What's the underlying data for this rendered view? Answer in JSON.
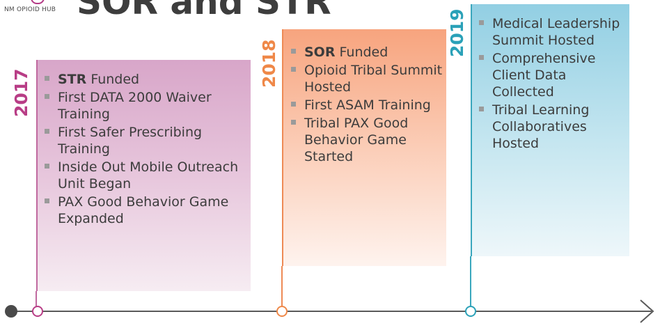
{
  "header": {
    "logo_text": "NM OPIOID HUB",
    "title": "SOR and STR"
  },
  "colors": {
    "y2017": "#b83d86",
    "y2018": "#ef8848",
    "y2019": "#2aa1b8",
    "axis": "#5a5a5a"
  },
  "timeline": [
    {
      "year": "2017",
      "items": [
        {
          "bold": "STR",
          "text": " Funded"
        },
        {
          "bold": "",
          "text": "First DATA 2000 Waiver Training"
        },
        {
          "bold": "",
          "text": "First Safer Prescribing Training"
        },
        {
          "bold": "",
          "text": "Inside Out Mobile Outreach Unit Began"
        },
        {
          "bold": "",
          "text": "PAX Good Behavior Game Expanded"
        }
      ]
    },
    {
      "year": "2018",
      "items": [
        {
          "bold": "SOR",
          "text": " Funded"
        },
        {
          "bold": "",
          "text": "Opioid Tribal Summit Hosted"
        },
        {
          "bold": "",
          "text": "First ASAM Training"
        },
        {
          "bold": "",
          "text": "Tribal PAX Good Behavior Game Started"
        }
      ]
    },
    {
      "year": "2019",
      "items": [
        {
          "bold": "",
          "text": "Medical Leadership Summit Hosted"
        },
        {
          "bold": "",
          "text": "Comprehensive Client Data Collected"
        },
        {
          "bold": "",
          "text": "Tribal Learning Collaboratives Hosted"
        }
      ]
    }
  ]
}
